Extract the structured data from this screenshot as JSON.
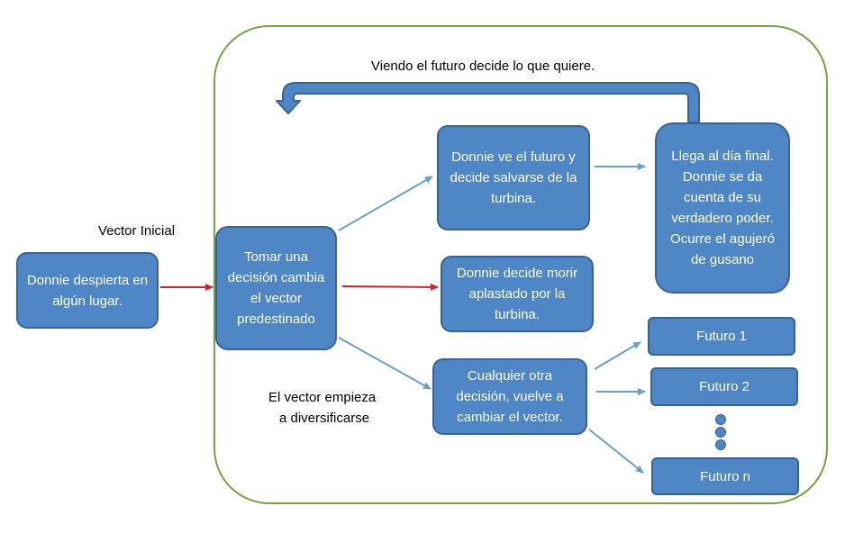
{
  "labels": {
    "top": "Viendo el futuro decide lo que quiere.",
    "vector_inicial": "Vector Inicial",
    "diversify_line1": "El vector empieza",
    "diversify_line2": "a diversificarse"
  },
  "boxes": {
    "despierta": "Donnie despierta en algún lugar.",
    "decision": "Tomar una decisión cambia el vector predestinado",
    "ve_futuro": "Donnie ve el futuro y decide salvarse de la turbina.",
    "dia_final": "Llega al día final. Donnie se da cuenta de su verdadero poder. Ocurre el agujeró de gusano",
    "morir": "Donnie decide morir aplastado por la turbina.",
    "otra": "Cualquier otra decisión, vuelve a cambiar el vector.",
    "futuro1": "Futuro 1",
    "futuro2": "Futuro 2",
    "futuron": "Futuro n"
  },
  "colors": {
    "box_fill": "#4f86c6",
    "box_border": "#3a6391",
    "frame": "#77a242",
    "arrow_blue": "#6a9fc7",
    "arrow_red": "#d42424"
  }
}
